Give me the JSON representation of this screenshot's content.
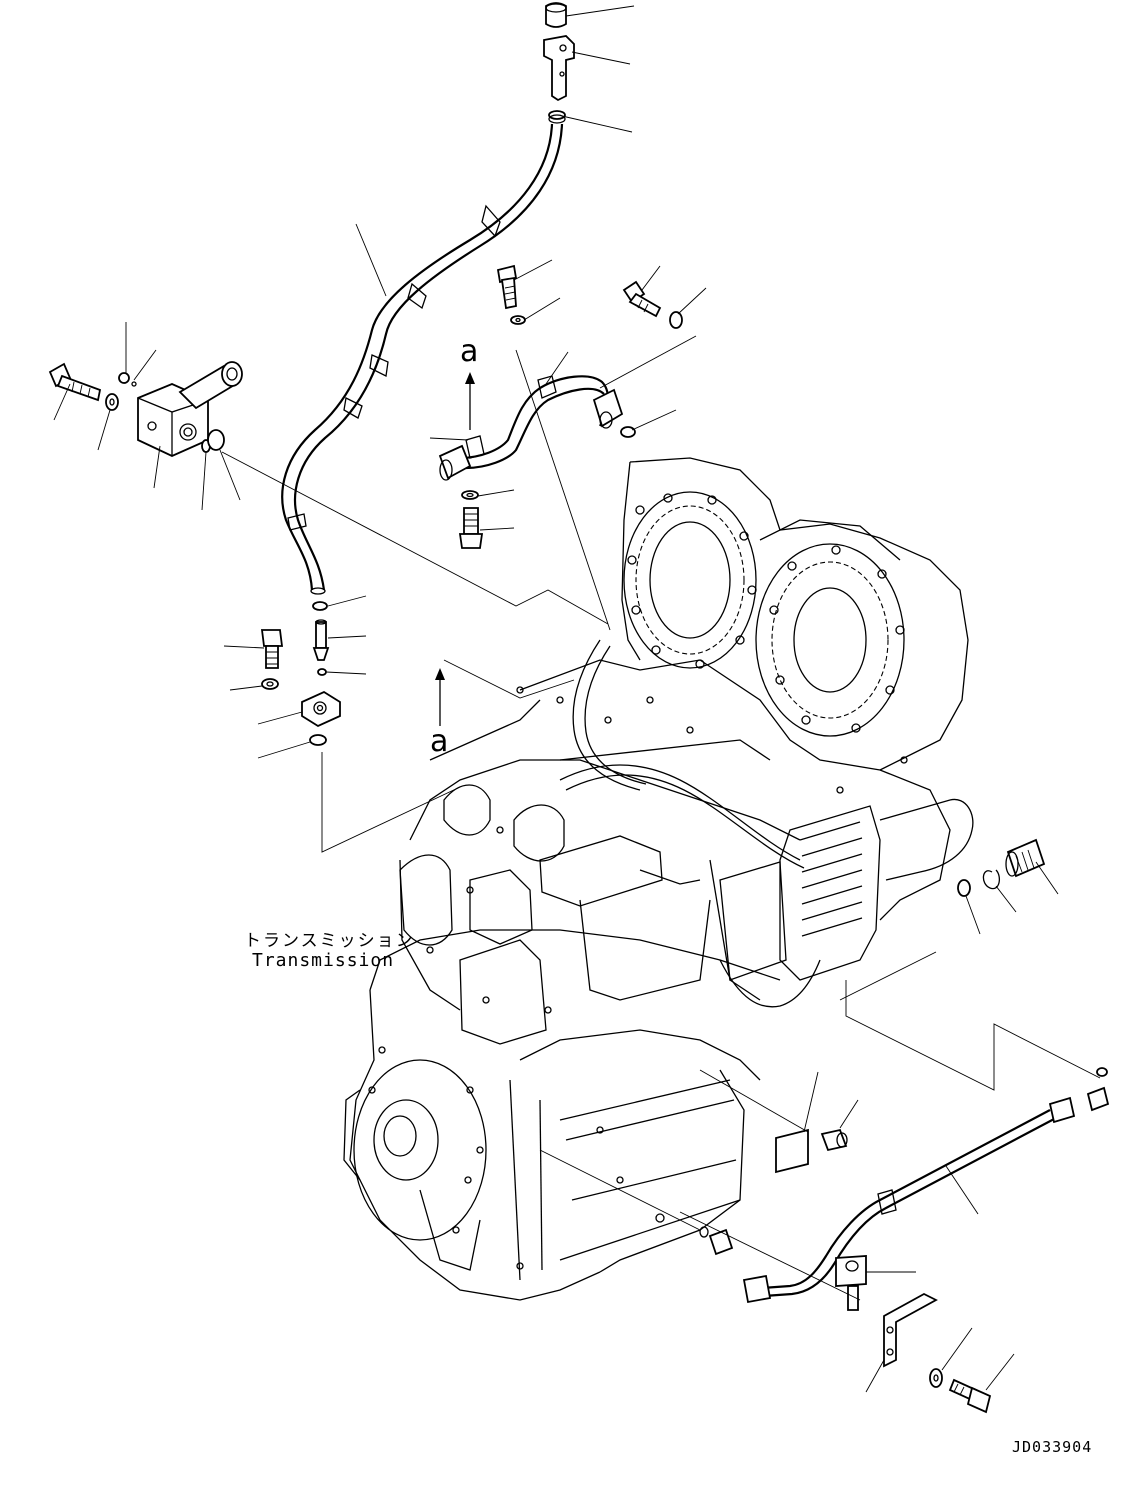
{
  "labels": {
    "transmission_jp": "トランスミッション",
    "transmission_en": "Transmission",
    "view_marker_top": "a",
    "view_marker_mid": "a",
    "drawing_id": "JD033904"
  },
  "colors": {
    "line": "#000000",
    "background": "#ffffff"
  }
}
